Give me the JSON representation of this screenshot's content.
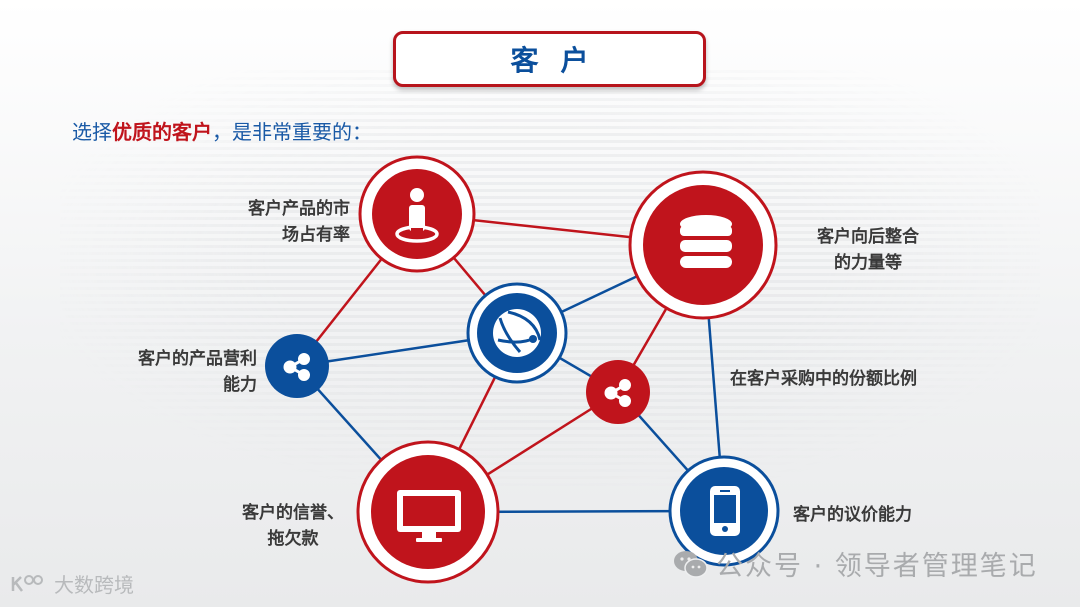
{
  "title": "客户",
  "subtitle": {
    "prefix": "选择",
    "highlight": "优质的客户",
    "suffix": "，是非常重要的："
  },
  "nodes": [
    {
      "id": "market-share",
      "icon": "person-location-icon",
      "color": "#c0141c",
      "label_lines": [
        "客户产品的市",
        "场占有率"
      ]
    },
    {
      "id": "backward-integration",
      "icon": "database-icon",
      "color": "#c0141c",
      "label_lines": [
        "客户向后整合",
        "的力量等"
      ]
    },
    {
      "id": "hub",
      "icon": "globe-icon",
      "color": "#0b4f9c"
    },
    {
      "id": "profitability",
      "icon": "share-icon",
      "color": "#0b4f9c",
      "label_lines": [
        "客户的产品营利",
        "能力"
      ]
    },
    {
      "id": "purchase-share",
      "icon": "share-icon",
      "color": "#c0141c",
      "label_lines": [
        "在客户采购中的份额比例"
      ]
    },
    {
      "id": "credit",
      "icon": "monitor-icon",
      "color": "#c0141c",
      "label_lines": [
        "客户的信誉、",
        "拖欠款"
      ]
    },
    {
      "id": "bargaining",
      "icon": "smartphone-icon",
      "color": "#0b4f9c",
      "label_lines": [
        "客户的议价能力"
      ]
    }
  ],
  "colors": {
    "red": "#c0141c",
    "blue": "#0b4f9c",
    "label": "#3a3a3a"
  },
  "watermark": {
    "text": "公众号 · 领导者管理笔记",
    "icon": "wechat-icon"
  },
  "brand": {
    "logo": "k100-logo-icon",
    "text": "大数跨境"
  }
}
